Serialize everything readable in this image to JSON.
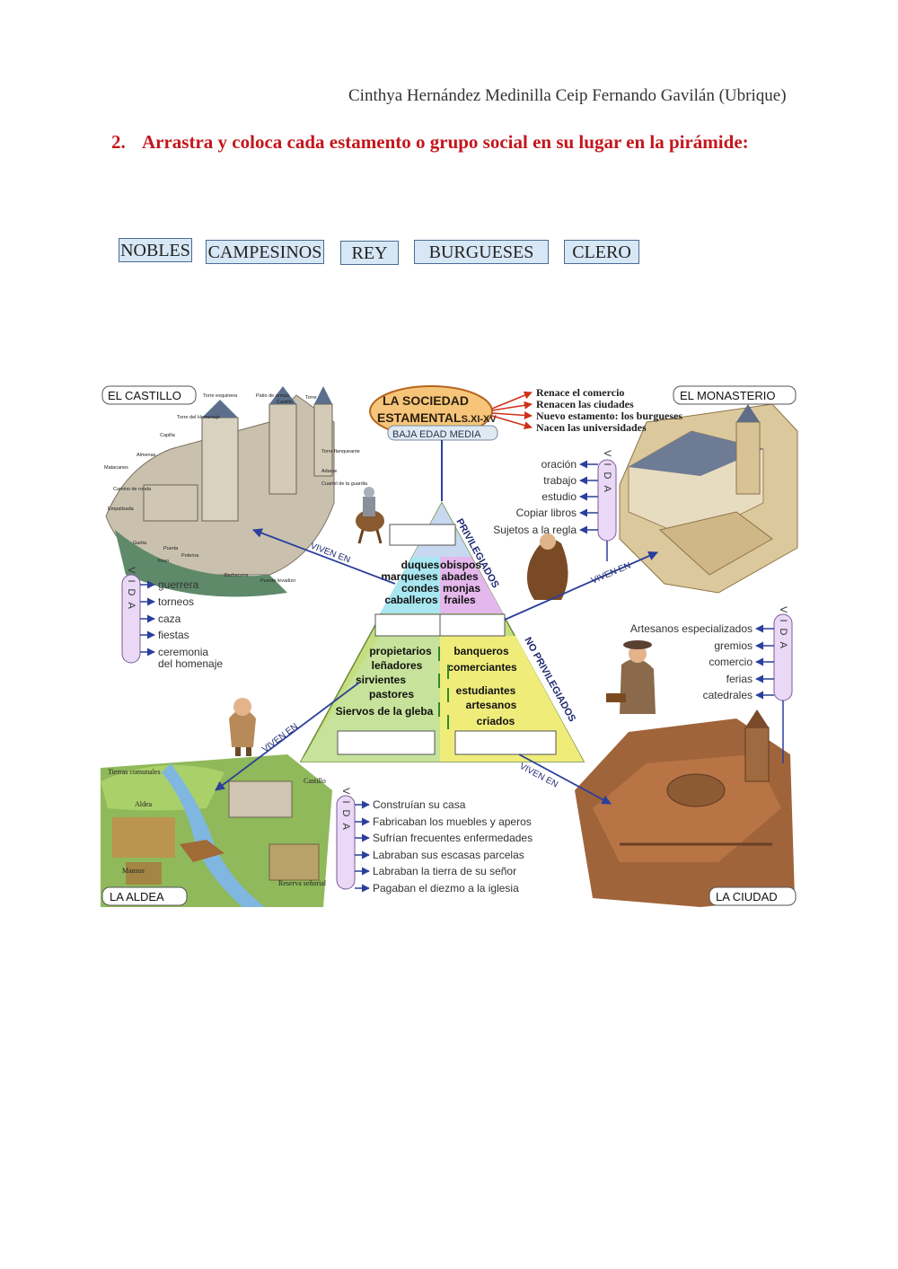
{
  "header": {
    "author": "Cinthya Hernández Medinilla Ceip Fernando Gavilán (Ubrique)"
  },
  "instruction": {
    "number": "2.",
    "text": "Arrastra y coloca cada estamento o grupo social en su lugar en la pirámide:"
  },
  "chips": [
    "NOBLES",
    "CAMPESINOS",
    "REY",
    "BURGUESES",
    "CLERO"
  ],
  "infographic": {
    "title_line1": "LA SOCIEDAD",
    "title_line2": "ESTAMENTAL",
    "title_century": "S.XI-XV",
    "subtitle": "BAJA EDAD MEDIA",
    "changes": [
      "Renace el comercio",
      "Renacen las ciudades",
      "Nuevo estamento: los burgueses",
      "Nacen las universidades"
    ],
    "labels": {
      "castillo": "EL CASTILLO",
      "monasterio": "EL MONASTERIO",
      "aldea": "LA  ALDEA",
      "ciudad": "LA CIUDAD",
      "privilegiados": "PRIVILEGIADOS",
      "no_privilegiados": "NO PRIVILEGIADOS",
      "viven_en": "VIVEN EN",
      "vida": "VIDA"
    },
    "castle_parts": [
      "Torre esquinera",
      "Patio de armas",
      "Castillo",
      "Torre",
      "Torre del Homenaje",
      "Capilla",
      "Almenas",
      "Matacanes",
      "Adarve",
      "Camino de ronda",
      "Empalizada",
      "Garita",
      "Puerta",
      "Poterna",
      "Foso",
      "Barbacana",
      "Puente levadizo",
      "Torre flanqueante",
      "Cuartel de la guardia"
    ],
    "village_parts": [
      "Tierras comunales",
      "Castillo",
      "Aldea",
      "Mansos",
      "Reserva señorial"
    ],
    "nobles_groups": [
      "duques",
      "marqueses",
      "condes",
      "caballeros"
    ],
    "clergy_groups": [
      "obispos",
      "abades",
      "monjas",
      "frailes"
    ],
    "peasant_groups": [
      "propietarios",
      "leñadores",
      "sirvientes",
      "pastores",
      "Siervos de la gleba"
    ],
    "bourgeois_groups": [
      "banqueros",
      "comerciantes",
      "estudiantes",
      "artesanos",
      "criados"
    ],
    "castillo_vida": [
      "guerrera",
      "torneos",
      "caza",
      "fiestas",
      "ceremonia",
      "del homenaje"
    ],
    "monasterio_vida": [
      "oración",
      "trabajo",
      "estudio",
      "Copiar libros",
      "Sujetos a la regla"
    ],
    "ciudad_vida": [
      "Artesanos especializados",
      "gremios",
      "comercio",
      "ferias",
      "catedrales"
    ],
    "aldea_vida": [
      "Construían su casa",
      "Fabricaban los muebles y aperos",
      "Sufrían frecuentes enfermedades",
      "Labraban sus escasas parcelas",
      "Labraban la tierra de su señor",
      "Pagaban el diezmo a la iglesia"
    ]
  }
}
